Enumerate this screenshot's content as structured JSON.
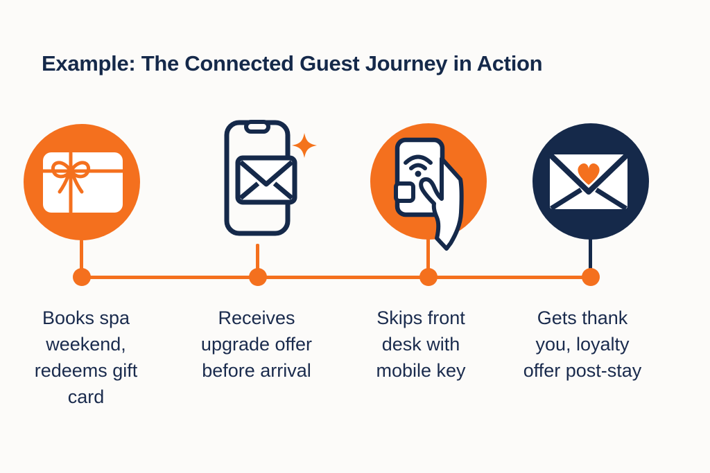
{
  "title": "Example: The Connected Guest Journey in Action",
  "colors": {
    "accent_orange": "#f4701e",
    "brand_navy": "#15294a",
    "text_navy": "#1a2b4d",
    "background": "#fcfbf9"
  },
  "timeline": {
    "steps": [
      {
        "icon": "gift-card-icon",
        "label": "Books spa weekend, redeems gift card",
        "lines": [
          "Books spa",
          "weekend,",
          "redeems gift",
          "card"
        ]
      },
      {
        "icon": "smartphone-email-sparkle-icon",
        "label": "Receives upgrade offer before arrival",
        "lines": [
          "Receives",
          "upgrade offer",
          "before arrival"
        ]
      },
      {
        "icon": "mobile-key-hand-icon",
        "label": "Skips front desk with mobile key",
        "lines": [
          "Skips front",
          "desk with",
          "mobile key"
        ]
      },
      {
        "icon": "envelope-heart-icon",
        "label": "Gets thank you, loyalty offer post-stay",
        "lines": [
          "Gets thank",
          "you, loyalty",
          "offer post-stay"
        ]
      }
    ]
  }
}
